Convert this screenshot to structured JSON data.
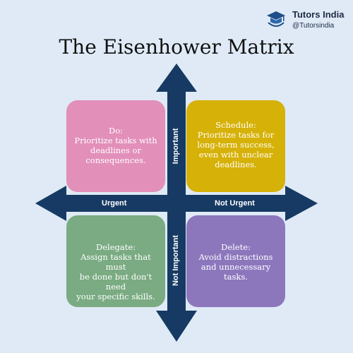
{
  "brand": {
    "name": "Tutors India",
    "handle": "@Tutorsindia",
    "logo_icon": "graduation-cap-crest-icon"
  },
  "title": "The Eisenhower Matrix",
  "axes": {
    "horizontal": {
      "left": "Urgent",
      "right": "Not Urgent"
    },
    "vertical": {
      "top": "Important",
      "bottom": "Not Important"
    },
    "color": "#163a63"
  },
  "quadrants": [
    {
      "heading": "Do:",
      "body": [
        "Prioritize tasks with",
        "deadlines or",
        "consequences."
      ],
      "color": "#e28fba"
    },
    {
      "heading": "Schedule:",
      "body": [
        "Prioritize tasks for",
        "long-term success,",
        "even with unclear",
        "deadlines."
      ],
      "color": "#d6b107"
    },
    {
      "heading": "Delegate:",
      "body": [
        "Assign tasks that must",
        "be done but don't need",
        "your specific skills."
      ],
      "color": "#7aab82"
    },
    {
      "heading": "Delete:",
      "body": [
        "Avoid distractions",
        "and unnecessary",
        "tasks."
      ],
      "color": "#8c77bd"
    }
  ]
}
